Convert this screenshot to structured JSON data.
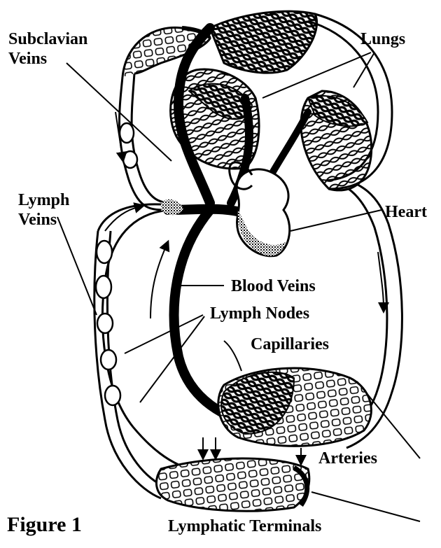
{
  "labels": {
    "subclavian_line1": "Subclavian",
    "subclavian_line2": "Veins",
    "lungs": "Lungs",
    "lymph_veins_line1": "Lymph",
    "lymph_veins_line2": "Veins",
    "heart": "Heart",
    "blood_veins": "Blood Veins",
    "lymph_nodes": "Lymph Nodes",
    "capillaries": "Capillaries",
    "arteries": "Arteries",
    "lymphatic_terminals": "Lymphatic Terminals",
    "figure": "Figure 1"
  },
  "colors": {
    "ink": "#000000",
    "paper": "#ffffff"
  }
}
